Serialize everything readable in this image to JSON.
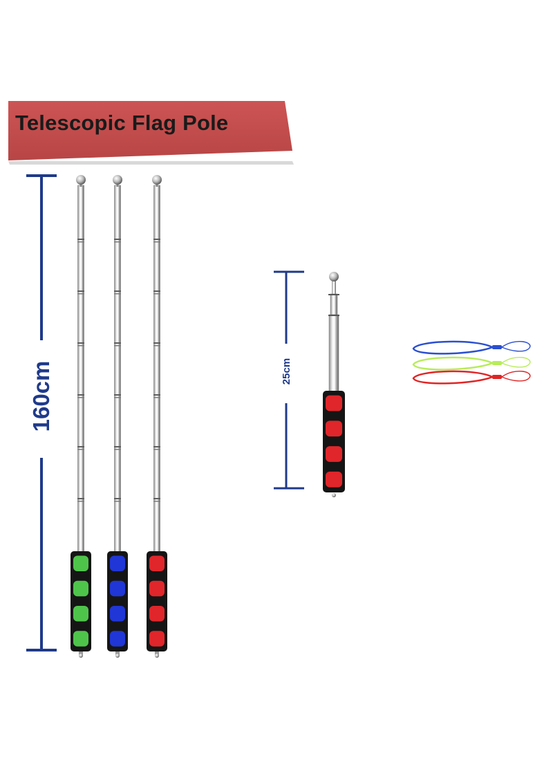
{
  "banner": {
    "title": "Telescopic Flag Pole",
    "color": "#c44b4b"
  },
  "dimensions": {
    "extended_length": "160cm",
    "collapsed_length": "25cm",
    "line_color": "#1f3a8a"
  },
  "poles": [
    {
      "grip_color": "#4ec54a"
    },
    {
      "grip_color": "#2036d6"
    },
    {
      "grip_color": "#e0262a"
    }
  ],
  "collapsed_pole": {
    "grip_color": "#e0262a"
  },
  "lanyards": [
    {
      "color": "#2a4fd0"
    },
    {
      "color": "#b7ec5a"
    },
    {
      "color": "#e02525"
    }
  ]
}
